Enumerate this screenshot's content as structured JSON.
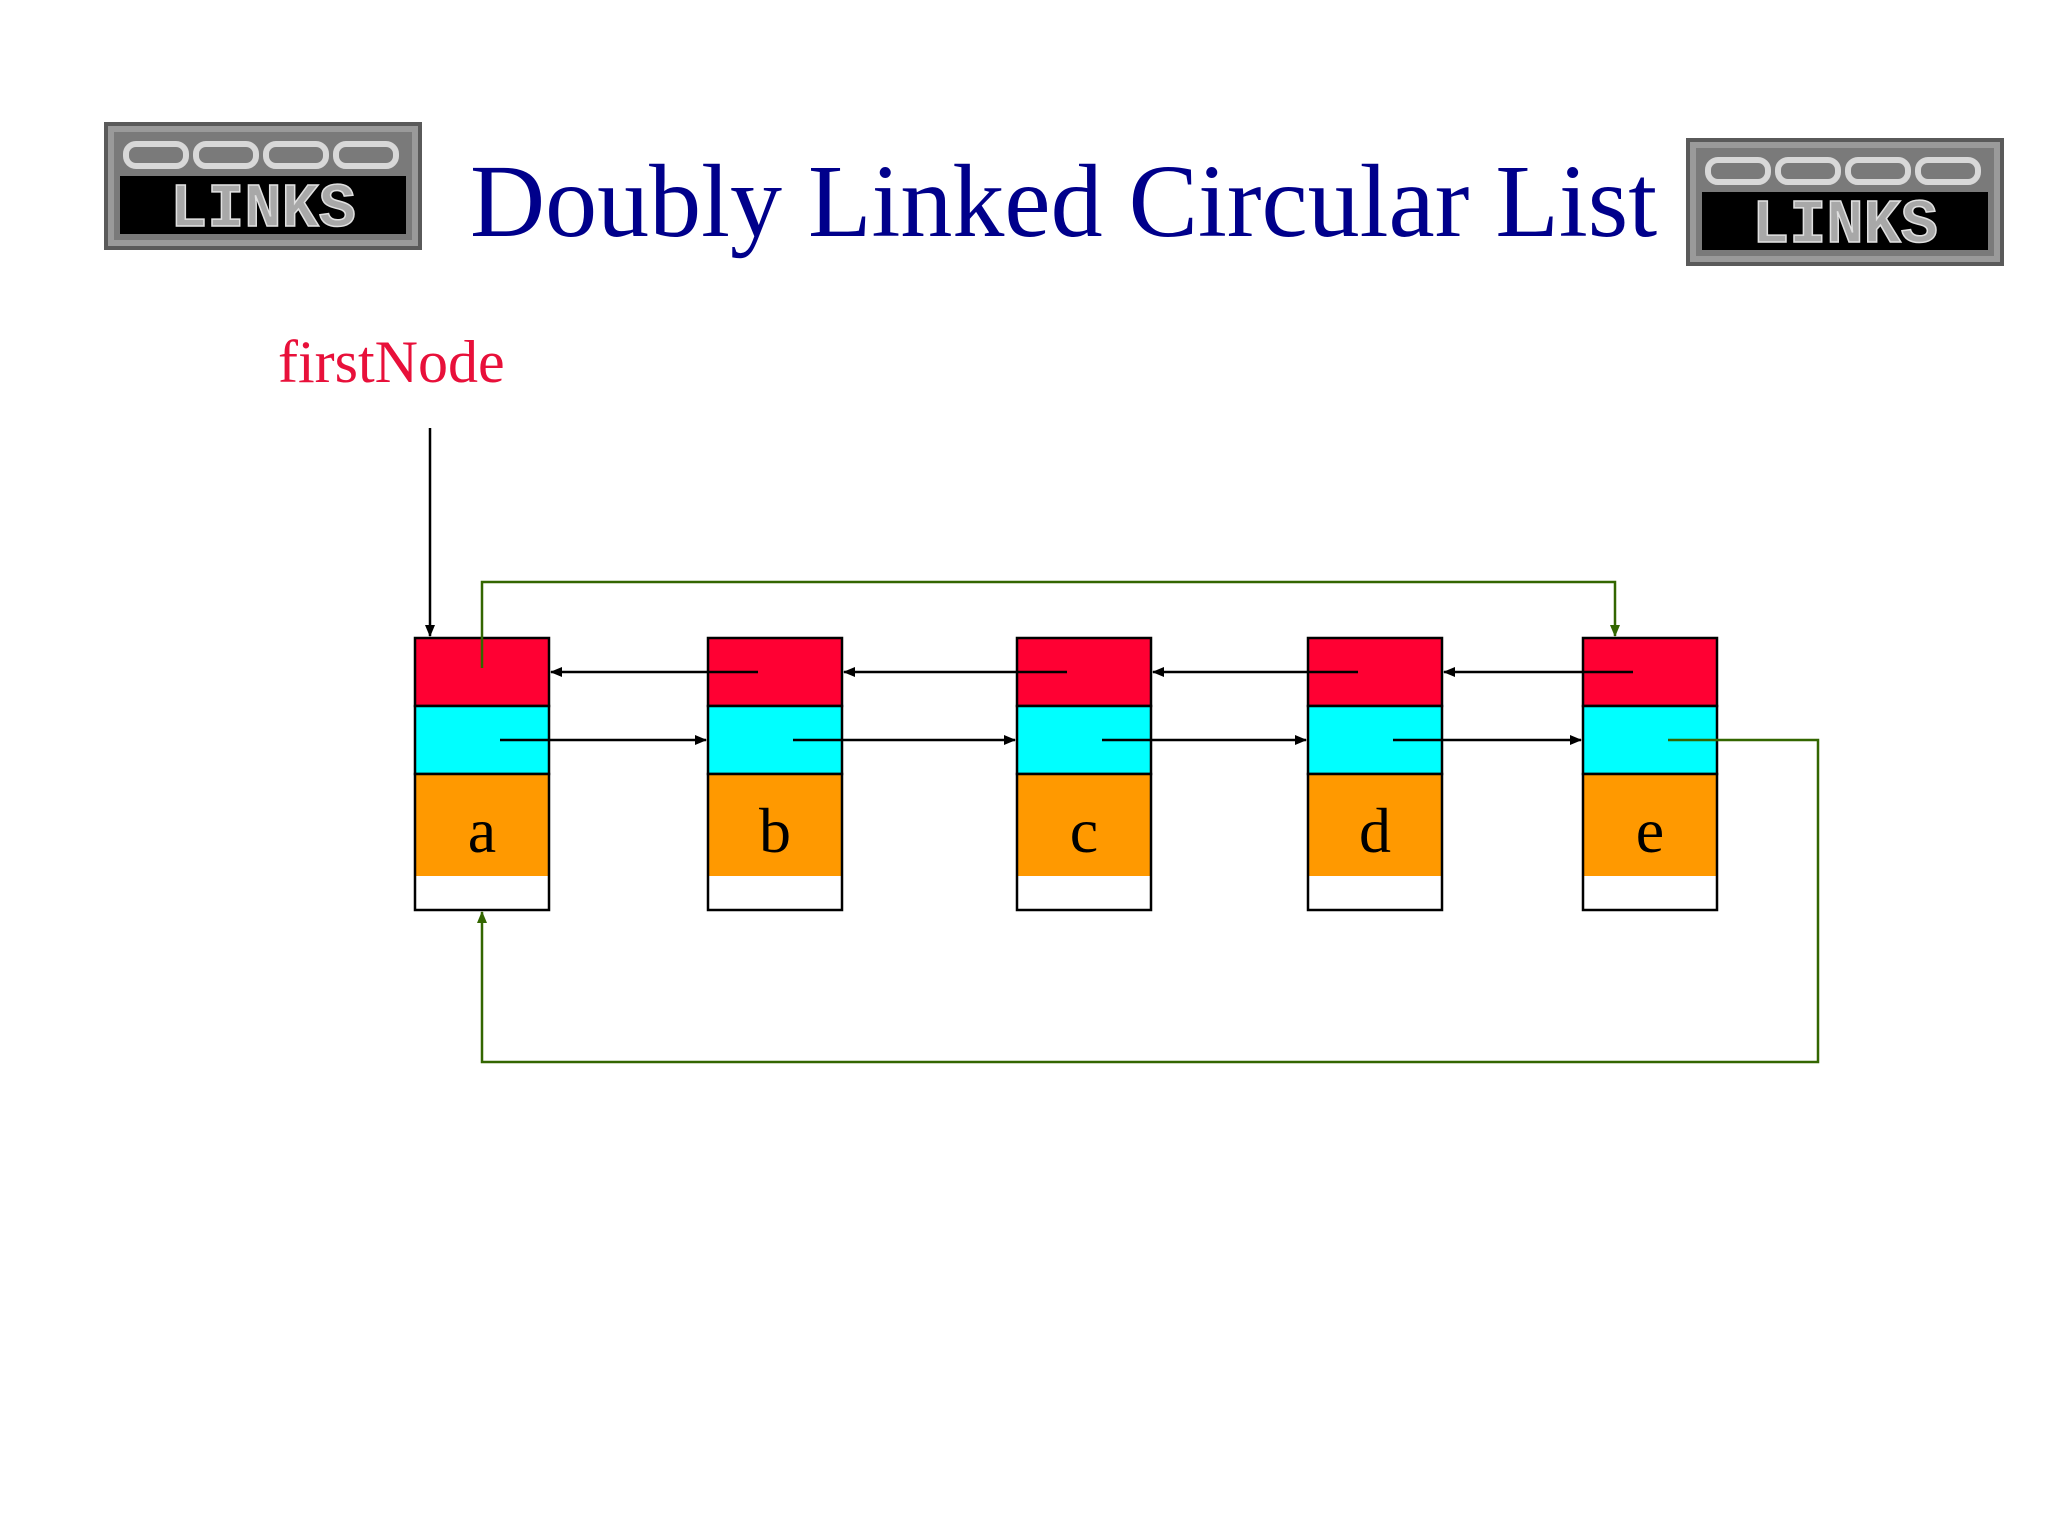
{
  "title": "Doubly Linked Circular List",
  "pointer_label": "firstNode",
  "logo_text": "LINKS",
  "nodes": [
    {
      "value": "a"
    },
    {
      "value": "b"
    },
    {
      "value": "c"
    },
    {
      "value": "d"
    },
    {
      "value": "e"
    }
  ],
  "colors": {
    "title": "#00008b",
    "pointer_label": "#e8103a",
    "left_field": "#ff0033",
    "right_field": "#00ffff",
    "data_field": "#ff9900",
    "link_arrow": "#000000",
    "wrap_arrow": "#336600"
  },
  "icons": {
    "logo": "links-chain-logo-icon"
  }
}
